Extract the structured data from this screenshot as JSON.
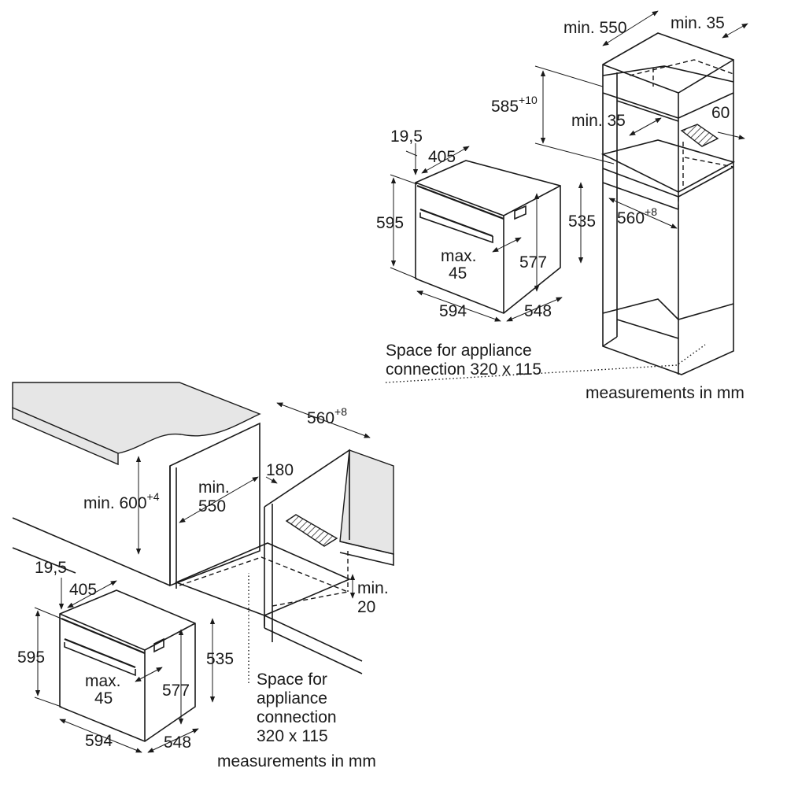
{
  "top": {
    "dims": {
      "cab_width": "min. 550",
      "cab_side": "min. 35",
      "niche_height": "585",
      "niche_height_tol": "+10",
      "gap": "min. 35",
      "vent": "60",
      "niche_depth": "560",
      "niche_depth_tol": "+8"
    },
    "oven": {
      "fascia": "19,5",
      "depth_top": "405",
      "height": "595",
      "handle_1": "max.",
      "handle_2": "45",
      "body_height": "577",
      "side_height": "535",
      "width": "594",
      "depth": "548"
    },
    "note_1": "Space for appliance",
    "note_2": "connection 320 x 115",
    "units": "measurements in mm"
  },
  "bottom": {
    "dims": {
      "niche_depth": "560",
      "niche_depth_tol": "+8",
      "height": "min. 600",
      "height_tol": "+4",
      "width_1": "min.",
      "width_2": "550",
      "vent": "180",
      "gap_1": "min.",
      "gap_2": "20"
    },
    "oven": {
      "fascia": "19,5",
      "depth_top": "405",
      "height": "595",
      "handle_1": "max.",
      "handle_2": "45",
      "body_height": "577",
      "side_height": "535",
      "width": "594",
      "depth": "548"
    },
    "note_1": "Space for",
    "note_2": "appliance",
    "note_3": "connection",
    "note_4": "320 x 115",
    "units": "measurements in mm"
  }
}
